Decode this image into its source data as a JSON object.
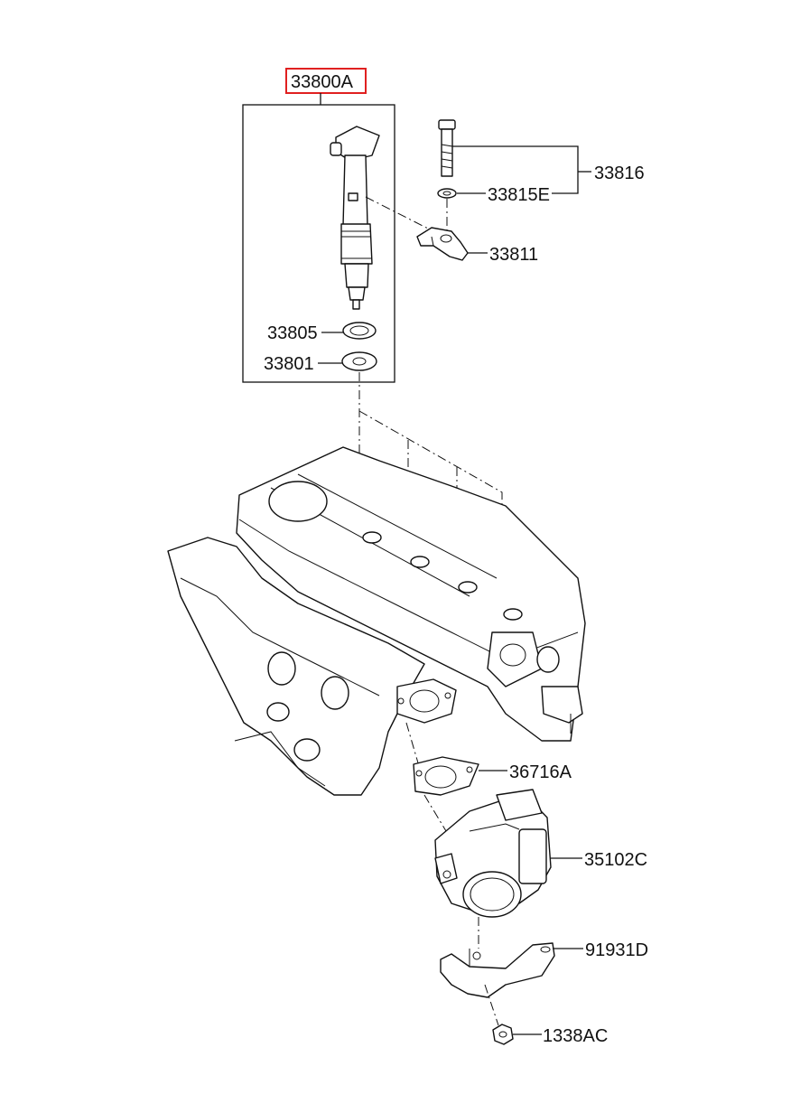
{
  "callouts": {
    "assembly": "33800A",
    "bolt_set": "33816",
    "washer": "33815E",
    "clamp": "33811",
    "seal_ring": "33805",
    "washer_injector": "33801",
    "gasket": "36716A",
    "throttle_body": "35102C",
    "bracket": "91931D",
    "nut": "1338AC"
  },
  "colors": {
    "highlight": "#e02020",
    "line": "#111111"
  }
}
